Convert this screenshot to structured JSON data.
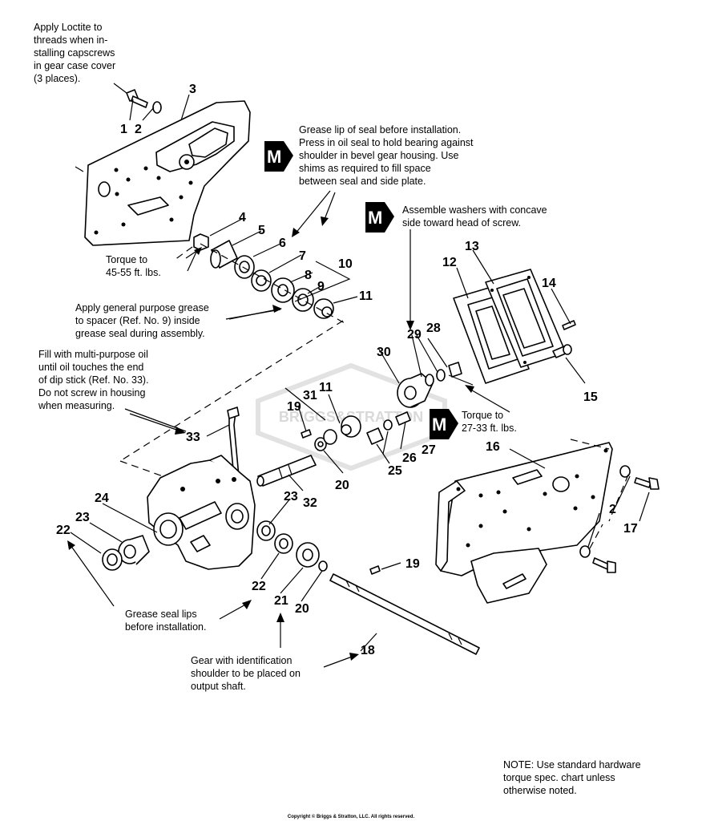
{
  "notes": {
    "loctite": [
      "Apply Loctite to",
      "threads when in-",
      "stalling capscrews",
      "in gear case cover",
      "(3 places)."
    ],
    "grease_lip": [
      "Grease lip of seal before installation.",
      "Press in oil seal to hold bearing against",
      "shoulder in bevel gear housing. Use",
      "shims as required to fill space",
      "between seal and side plate."
    ],
    "washers": [
      "Assemble washers with concave",
      "side toward head of screw."
    ],
    "torque_45": [
      "Torque to",
      "45-55 ft. lbs."
    ],
    "spacer_grease": [
      "Apply general purpose grease",
      "to spacer (Ref. No. 9) inside",
      "grease seal during assembly."
    ],
    "fill_oil": [
      "Fill with multi-purpose oil",
      "until oil touches the end",
      "of dip stick (Ref. No. 33).",
      "Do not screw in housing",
      "when measuring."
    ],
    "torque_27": [
      "Torque to",
      "27-33 ft. lbs."
    ],
    "seal_lips": [
      "Grease seal lips",
      "before installation."
    ],
    "gear_id": [
      "Gear with identification",
      "shoulder to be placed on",
      "output shaft."
    ],
    "standard_hw": [
      "NOTE: Use standard hardware",
      "torque spec. chart unless",
      "otherwise noted."
    ]
  },
  "m_badge": "M",
  "watermark": "BRIGGS&STRATTON",
  "copyright": "Copyright © Briggs & Stratton, LLC. All rights reserved.",
  "parts": [
    "1",
    "2",
    "3",
    "4",
    "5",
    "6",
    "7",
    "8",
    "9",
    "10",
    "11",
    "12",
    "13",
    "14",
    "15",
    "16",
    "2",
    "17",
    "19",
    "31",
    "11",
    "30",
    "29",
    "28",
    "27",
    "26",
    "25",
    "20",
    "32",
    "33",
    "24",
    "23",
    "22",
    "23",
    "22",
    "21",
    "20",
    "19",
    "18"
  ]
}
